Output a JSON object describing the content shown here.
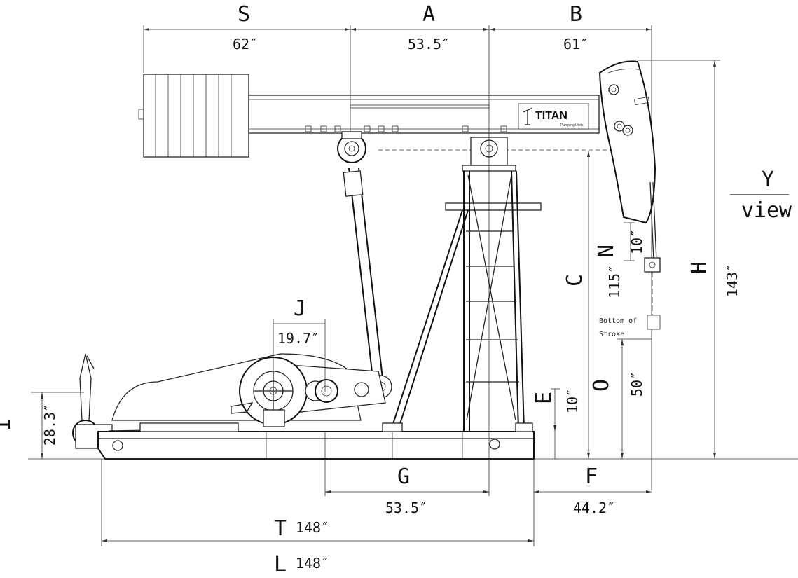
{
  "dimensions": {
    "S": {
      "letter": "S",
      "value": "62″"
    },
    "A": {
      "letter": "A",
      "value": "53.5″"
    },
    "B": {
      "letter": "B",
      "value": "61″"
    },
    "J": {
      "letter": "J",
      "value": "19.7″"
    },
    "N": {
      "letter": "N",
      "value": "10″"
    },
    "C": {
      "letter": "C",
      "value": "115″"
    },
    "H": {
      "letter": "H",
      "value": "143″"
    },
    "O": {
      "letter": "O",
      "value": "50″"
    },
    "E": {
      "letter": "E",
      "value": "10″"
    },
    "I": {
      "letter": "I",
      "value": "28.3″"
    },
    "G": {
      "letter": "G",
      "value": "53.5″"
    },
    "F": {
      "letter": "F",
      "value": "44.2″"
    },
    "T": {
      "letter": "T",
      "value": "148″"
    },
    "L": {
      "letter": "L",
      "value": "148″"
    }
  },
  "view": {
    "letter": "Y",
    "label": "view"
  },
  "stroke_label": {
    "line1": "Bottom of",
    "line2": "Stroke"
  },
  "brand": {
    "name": "TITAN",
    "tagline": "Pumping Units"
  }
}
